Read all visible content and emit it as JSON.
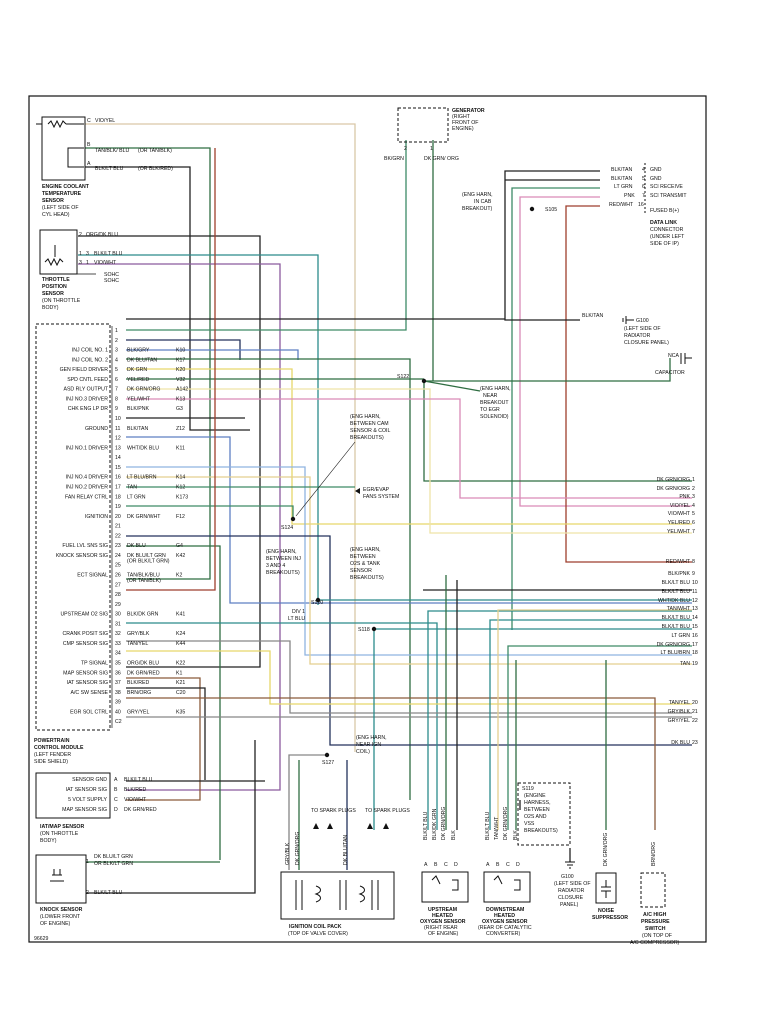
{
  "diagram_id": "96629",
  "components": {
    "coolant_sensor": {
      "label_lines": [
        "ENGINE COOLANT",
        "TEMPERATURE",
        "SENSOR",
        "(LEFT SIDE OF",
        "CYL HEAD)"
      ],
      "pins": [
        {
          "pin": "C",
          "wire": "VIO/YEL"
        },
        {
          "pin": "B",
          "wire": "TAN/BLK/ BLU",
          "alt": "(OR TAN/BLK)"
        },
        {
          "pin": "A",
          "wire": "BLK/LT BLU",
          "alt": "(OR BLK/RED)"
        }
      ]
    },
    "tps": {
      "label_lines": [
        "THROTTLE",
        "POSITION",
        "SENSOR",
        "(ON THROTTLE",
        "BODY)"
      ],
      "pins": [
        {
          "pin": "2",
          "wire": "ORG/DK BLU"
        },
        {
          "pin": "3",
          "wire": "BLK/LT BLU",
          "pin2": "1"
        },
        {
          "pin": "1",
          "wire": "VIO/WHT",
          "pin2": "3"
        }
      ],
      "notes": [
        "SOHC",
        "SOHC"
      ]
    },
    "generator": {
      "label_lines": [
        "GENERATOR",
        "(RIGHT",
        "FRONT OF",
        "ENGINE)"
      ],
      "pins": [
        "2",
        "1"
      ],
      "wires": [
        "BK/GRN",
        "DK GRN/ ORG"
      ]
    },
    "data_link": {
      "label_lines": [
        "DATA LINK",
        "CONNECTOR",
        "(UNDER LEFT",
        "SIDE OF IP)"
      ],
      "pins": [
        {
          "wire": "BLK/TAN",
          "pin": "4",
          "fn": "GND"
        },
        {
          "wire": "BLK/TAN",
          "pin": "5",
          "fn": "GND"
        },
        {
          "wire": "LT GRN",
          "pin": "6",
          "fn": "SCI RECEIVE"
        },
        {
          "wire": "PNK",
          "pin": "7",
          "fn": "SCI TRANSMIT"
        },
        {
          "wire": "RED/WHT",
          "pin": "16",
          "fn": "FUSED B(+)"
        }
      ]
    },
    "pcm": {
      "label_lines": [
        "POWERTRAIN",
        "CONTROL MODULE",
        "(LEFT FENDER",
        "SIDE SHIELD)"
      ],
      "pins": [
        {
          "n": "1",
          "fn": "",
          "wire": "",
          "circ": ""
        },
        {
          "n": "2",
          "fn": "",
          "wire": "",
          "circ": ""
        },
        {
          "n": "3",
          "fn": "INJ COIL NO. 1",
          "wire": "BLK/GRY",
          "circ": "K10"
        },
        {
          "n": "4",
          "fn": "INJ COIL NO. 2",
          "wire": "DK BLU/TAN",
          "circ": "K17"
        },
        {
          "n": "5",
          "fn": "GEN FIELD DRIVER",
          "wire": "DK GRN",
          "circ": "K20"
        },
        {
          "n": "6",
          "fn": "SPD CNTL FEED",
          "wire": "YEL/RED",
          "circ": "V32"
        },
        {
          "n": "7",
          "fn": "ASD RLY OUTPUT",
          "wire": "DK GRN/ORG",
          "circ": "A142"
        },
        {
          "n": "8",
          "fn": "INJ NO.3 DRIVER",
          "wire": "YEL/WHT",
          "circ": "K13"
        },
        {
          "n": "9",
          "fn": "CHK ENG LP DR",
          "wire": "BLK/PNK",
          "circ": "G3"
        },
        {
          "n": "10",
          "fn": "",
          "wire": "",
          "circ": ""
        },
        {
          "n": "11",
          "fn": "GROUND",
          "wire": "BLK/TAN",
          "circ": "Z12"
        },
        {
          "n": "12",
          "fn": "",
          "wire": "",
          "circ": ""
        },
        {
          "n": "13",
          "fn": "INJ NO.1 DRIVER",
          "wire": "WHT/DK BLU",
          "circ": "K11"
        },
        {
          "n": "14",
          "fn": "",
          "wire": "",
          "circ": ""
        },
        {
          "n": "15",
          "fn": "",
          "wire": "",
          "circ": ""
        },
        {
          "n": "16",
          "fn": "INJ NO.4 DRIVER",
          "wire": "LT BLU/BRN",
          "circ": "K14"
        },
        {
          "n": "17",
          "fn": "INJ NO.2 DRIVER",
          "wire": "TAN",
          "circ": "K12"
        },
        {
          "n": "18",
          "fn": "FAN RELAY CTRL",
          "wire": "LT GRN",
          "circ": "K173"
        },
        {
          "n": "19",
          "fn": "",
          "wire": "",
          "circ": ""
        },
        {
          "n": "20",
          "fn": "IGNITION",
          "wire": "DK GRN/WHT",
          "circ": "F12"
        },
        {
          "n": "21",
          "fn": "",
          "wire": "",
          "circ": ""
        },
        {
          "n": "22",
          "fn": "",
          "wire": "",
          "circ": ""
        },
        {
          "n": "23",
          "fn": "FUEL LVL SNS SIG",
          "wire": "DK BLU",
          "circ": "G4"
        },
        {
          "n": "24",
          "fn": "KNOCK SENSOR SIG",
          "wire": "DK BLU/LT GRN",
          "circ": "K42",
          "alt": "(OR BLK/LT GRN)"
        },
        {
          "n": "25",
          "fn": "",
          "wire": "",
          "circ": ""
        },
        {
          "n": "26",
          "fn": "ECT SIGNAL",
          "wire": "TAN/BLK/BLU",
          "circ": "K2",
          "alt": "(OR TAN/BLK)"
        },
        {
          "n": "27",
          "fn": "",
          "wire": "",
          "circ": ""
        },
        {
          "n": "28",
          "fn": "",
          "wire": "",
          "circ": ""
        },
        {
          "n": "29",
          "fn": "",
          "wire": "",
          "circ": ""
        },
        {
          "n": "30",
          "fn": "UPSTREAM O2 SIG",
          "wire": "BLK/DK GRN",
          "circ": "K41"
        },
        {
          "n": "31",
          "fn": "",
          "wire": "",
          "circ": ""
        },
        {
          "n": "32",
          "fn": "CRANK POSIT SIG",
          "wire": "GRY/BLK",
          "circ": "K24"
        },
        {
          "n": "33",
          "fn": "CMP SENSOR SIG",
          "wire": "TAN/YEL",
          "circ": "K44"
        },
        {
          "n": "34",
          "fn": "",
          "wire": "",
          "circ": ""
        },
        {
          "n": "35",
          "fn": "TP SIGNAL",
          "wire": "ORG/DK BLU",
          "circ": "K22"
        },
        {
          "n": "36",
          "fn": "MAP SENSOR SIG",
          "wire": "DK GRN/RED",
          "circ": "K1"
        },
        {
          "n": "37",
          "fn": "IAT SENSOR SIG",
          "wire": "BLK/RED",
          "circ": "K21"
        },
        {
          "n": "38",
          "fn": "A/C SW SENSE",
          "wire": "BRN/ORG",
          "circ": "C20"
        },
        {
          "n": "39",
          "fn": "",
          "wire": "",
          "circ": ""
        },
        {
          "n": "40",
          "fn": "EGR SOL CTRL",
          "wire": "GRY/YEL",
          "circ": "K35"
        },
        {
          "n": "C2",
          "fn": "",
          "wire": "",
          "circ": ""
        }
      ]
    },
    "iat_map": {
      "label_lines": [
        "IAT/MAP SENSOR",
        "(ON THROTTLE",
        "BODY)"
      ],
      "pins": [
        {
          "fn": "SENSOR GND",
          "pin": "A",
          "wire": "BLK/LT BLU"
        },
        {
          "fn": "IAT SENSOR SIG",
          "pin": "B",
          "wire": "BLK/RED"
        },
        {
          "fn": "5 VOLT SUPPLY",
          "pin": "C",
          "wire": "VIO/WHT"
        },
        {
          "fn": "MAP SENSOR SIG",
          "pin": "D",
          "wire": "DK GRN/RED"
        }
      ]
    },
    "knock": {
      "label_lines": [
        "KNOCK SENSOR",
        "(LOWER FRONT",
        "OF ENGINE)"
      ],
      "pins": [
        {
          "pin": "1",
          "wire": "DK BLU/LT GRN",
          "alt": "OR BLK/LT GRN"
        },
        {
          "pin": "2",
          "wire": "BLK/LT BLU"
        }
      ]
    },
    "coil_pack": {
      "label_lines": [
        "IGNITION COIL PACK",
        "(TOP OF VALVE COVER)"
      ],
      "wires": [
        "GRY/BLK",
        "DK GRN/ORG",
        "DK BLU/TAN"
      ],
      "to_plugs": [
        "TO SPARK PLUGS",
        "TO SPARK PLUGS"
      ]
    },
    "up_o2": {
      "label_lines": [
        "UPSTREAM",
        "HEATED",
        "OXYGEN SENSOR",
        "(RIGHT REAR",
        "OF ENGINE)"
      ],
      "wires": [
        "BLK/LT BLU",
        "BLK/DK GRN",
        "DK GRN/ORG",
        "BLK"
      ],
      "pins": [
        "A",
        "B",
        "C",
        "D"
      ]
    },
    "down_o2": {
      "label_lines": [
        "DOWNSTREAM",
        "HEATED",
        "OXYGEN SENSOR",
        "(REAR OF CATALYTIC",
        "CONVERTER)"
      ],
      "wires": [
        "BLK/LT BLU",
        "TAN/WHT",
        "DK GRN/ORG",
        "BLK"
      ],
      "pins": [
        "A",
        "B",
        "C",
        "D"
      ]
    },
    "g100b": {
      "label": "G100",
      "label_lines": [
        "(LEFT SIDE OF",
        "RADIATOR",
        "CLOSURE",
        "PANEL)"
      ]
    },
    "noise": {
      "label_lines": [
        "NOISE",
        "SUPPRESSOR"
      ],
      "wire": "DK GRN/ORG"
    },
    "ac_switch": {
      "label_lines": [
        "A/C HIGH",
        "PRESSURE",
        "SWITCH",
        "(ON TOP OF",
        "A/C COMPRESSOR)"
      ],
      "wire": "BRN/ORG"
    }
  },
  "splices": {
    "s105": "S105",
    "s118": "S118",
    "s120": "S120",
    "s122": "S122",
    "s124": "S124",
    "s127": "S127",
    "s119": "S119",
    "s119_note": [
      "(ENGINE",
      "HARNESS,",
      "BETWEEN",
      "O2S AND",
      "VSS",
      "BREAKOUTS)"
    ],
    "s120_note": [
      "(ENG HARN,",
      "BETWEEN INJ",
      "3 AND 4",
      "BREAKOUTS)"
    ],
    "s118_note": [
      "(ENG HARN,",
      "BETWEEN",
      "O2S & TANK",
      "SENSOR",
      "BREAKOUTS)"
    ],
    "s124_note": [
      "(ENG HARN,",
      "BETWEEN CAM",
      "SENSOR & COIL",
      "BREAKOUTS)"
    ],
    "s122_note": [
      "(ENG HARN,",
      "NEAR",
      "BREAKOUT",
      "TO EGR",
      "SOLENOID)"
    ],
    "s127_note": [
      "(ENG HARN,",
      "NEAR IGN",
      "COIL)"
    ],
    "s105_note": [
      "(ENG HARN,",
      "IN CAB",
      "BREAKOUT)"
    ],
    "div1": "DIV 1",
    "lt_blu": "LT BLU"
  },
  "ground_g100": {
    "label": "G100",
    "wire": "BLK/TAN",
    "label_lines": [
      "(LEFT SIDE OF",
      "RADIATOR",
      "CLOSURE PANEL)"
    ]
  },
  "capacitor": {
    "label": "CAPACITOR",
    "pin": "NCA"
  },
  "egr_note": {
    "label_lines": [
      "EGR/EVAP",
      "FANS SYSTEM"
    ]
  },
  "right_edge": [
    {
      "wire": "DK GRN/ORG",
      "n": "1"
    },
    {
      "wire": "DK GRN/ORG",
      "n": "2"
    },
    {
      "wire": "PNK",
      "n": "3"
    },
    {
      "wire": "VIO/YEL",
      "n": "4"
    },
    {
      "wire": "VIO/WHT",
      "n": "5"
    },
    {
      "wire": "YEL/RED",
      "n": "6"
    },
    {
      "wire": "YEL/WHT",
      "n": "7"
    },
    {
      "wire": "RED/WHT",
      "n": "8"
    },
    {
      "wire": "BLK/PNK",
      "n": "9"
    },
    {
      "wire": "BLK/LT BLU",
      "n": "10"
    },
    {
      "wire": "BLK/LT BLU",
      "n": "11"
    },
    {
      "wire": "WHT/DK BLU",
      "n": "12"
    },
    {
      "wire": "TAN/WHT",
      "n": "13"
    },
    {
      "wire": "BLK/LT BLU",
      "n": "14"
    },
    {
      "wire": "BLK/LT BLU",
      "n": "15"
    },
    {
      "wire": "LT GRN",
      "n": "16"
    },
    {
      "wire": "DK GRN/ORG",
      "n": "17"
    },
    {
      "wire": "LT BLU/BRN",
      "n": "18"
    },
    {
      "wire": "TAN",
      "n": "19"
    },
    {
      "wire": "TAN/YEL",
      "n": "20"
    },
    {
      "wire": "GRY/BLK",
      "n": "21"
    },
    {
      "wire": "GRY/YEL",
      "n": "22"
    },
    {
      "wire": "DK BLU",
      "n": "23"
    }
  ],
  "colors": {
    "vio_yel": "#d9c8a8",
    "tan": "#e4cf8f",
    "yel_red": "#e6d76a",
    "yel_wht": "#efe3a8",
    "blue": "#5d7fc2",
    "lt_blue": "#8fb3e0",
    "dk_blue": "#24325c",
    "green": "#3d8a66",
    "dk_green": "#2f6d42",
    "teal": "#2b8b8b",
    "pink": "#d98ab7",
    "purple": "#8b5a9e",
    "red": "#9e3f2d",
    "brown": "#8a5a3b",
    "gray": "#868686",
    "black": "#222222",
    "frame": "#111111"
  }
}
